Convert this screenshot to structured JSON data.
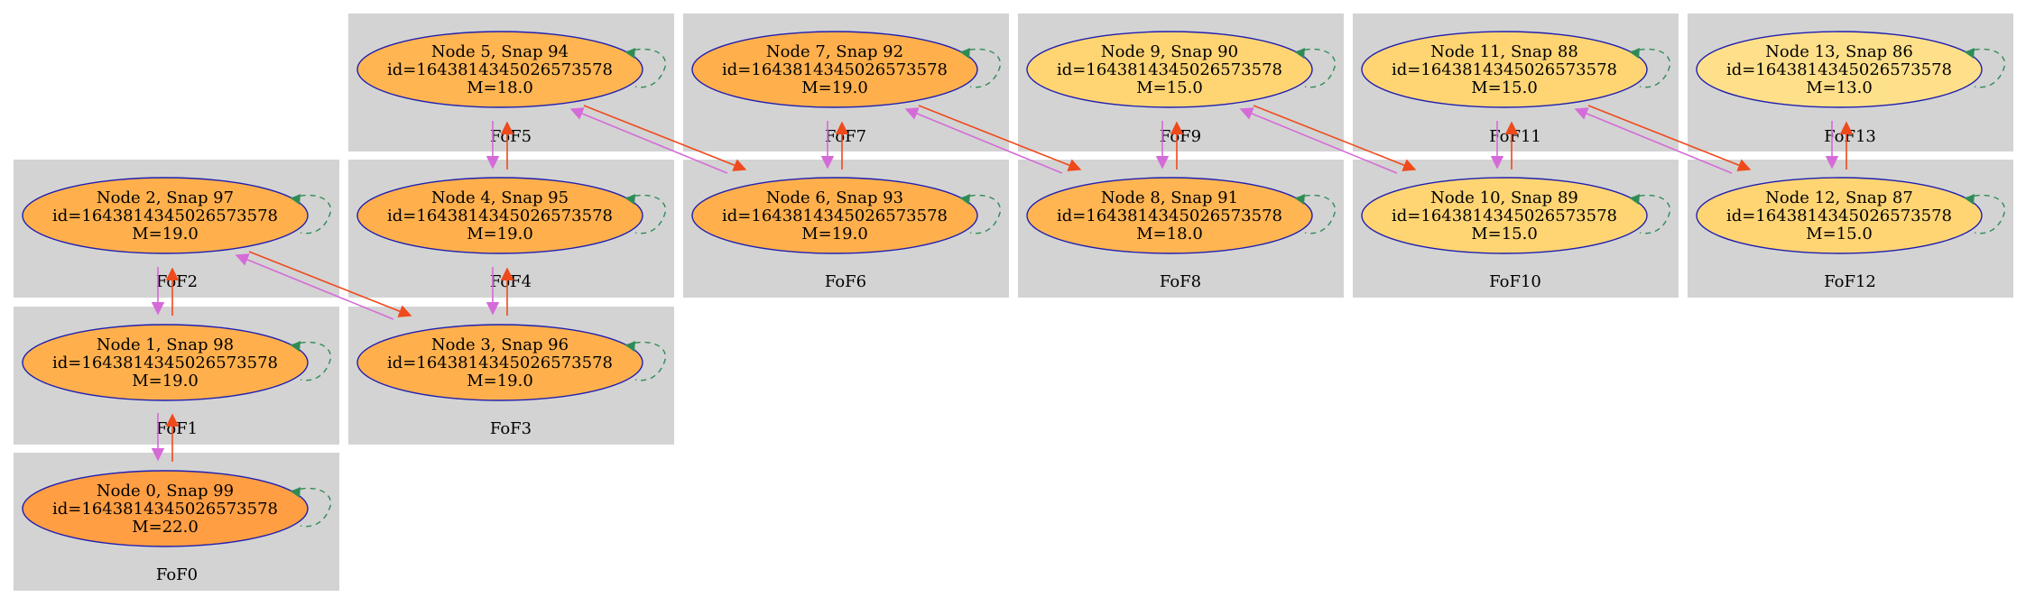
{
  "graph": {
    "clusters": [
      "FoF0",
      "FoF1",
      "FoF2",
      "FoF3",
      "FoF4",
      "FoF5",
      "FoF6",
      "FoF7",
      "FoF8",
      "FoF9",
      "FoF10",
      "FoF11",
      "FoF12",
      "FoF13"
    ],
    "nodes": [
      {
        "title": "Node 0, Snap 99",
        "id": "id=1643814345026573578",
        "mass": "M=22.0",
        "fill": "#ff9e43"
      },
      {
        "title": "Node 1, Snap 98",
        "id": "id=1643814345026573578",
        "mass": "M=19.0",
        "fill": "#ffb04d"
      },
      {
        "title": "Node 2, Snap 97",
        "id": "id=1643814345026573578",
        "mass": "M=19.0",
        "fill": "#ffb04d"
      },
      {
        "title": "Node 3, Snap 96",
        "id": "id=1643814345026573578",
        "mass": "M=19.0",
        "fill": "#ffb04d"
      },
      {
        "title": "Node 4, Snap 95",
        "id": "id=1643814345026573578",
        "mass": "M=19.0",
        "fill": "#ffb04d"
      },
      {
        "title": "Node 5, Snap 94",
        "id": "id=1643814345026573578",
        "mass": "M=18.0",
        "fill": "#ffb552"
      },
      {
        "title": "Node 6, Snap 93",
        "id": "id=1643814345026573578",
        "mass": "M=19.0",
        "fill": "#ffb04d"
      },
      {
        "title": "Node 7, Snap 92",
        "id": "id=1643814345026573578",
        "mass": "M=19.0",
        "fill": "#ffb04d"
      },
      {
        "title": "Node 8, Snap 91",
        "id": "id=1643814345026573578",
        "mass": "M=18.0",
        "fill": "#ffb552"
      },
      {
        "title": "Node 9, Snap 90",
        "id": "id=1643814345026573578",
        "mass": "M=15.0",
        "fill": "#ffd574"
      },
      {
        "title": "Node 10, Snap 89",
        "id": "id=1643814345026573578",
        "mass": "M=15.0",
        "fill": "#ffd574"
      },
      {
        "title": "Node 11, Snap 88",
        "id": "id=1643814345026573578",
        "mass": "M=15.0",
        "fill": "#ffd574"
      },
      {
        "title": "Node 12, Snap 87",
        "id": "id=1643814345026573578",
        "mass": "M=15.0",
        "fill": "#ffd574"
      },
      {
        "title": "Node 13, Snap 86",
        "id": "id=1643814345026573578",
        "mass": "M=13.0",
        "fill": "#ffe08a"
      }
    ],
    "edge_colors": {
      "progenitor": "#d56bd8",
      "descendant": "#ef4a1c",
      "self_loop": "#2e8b57"
    }
  }
}
